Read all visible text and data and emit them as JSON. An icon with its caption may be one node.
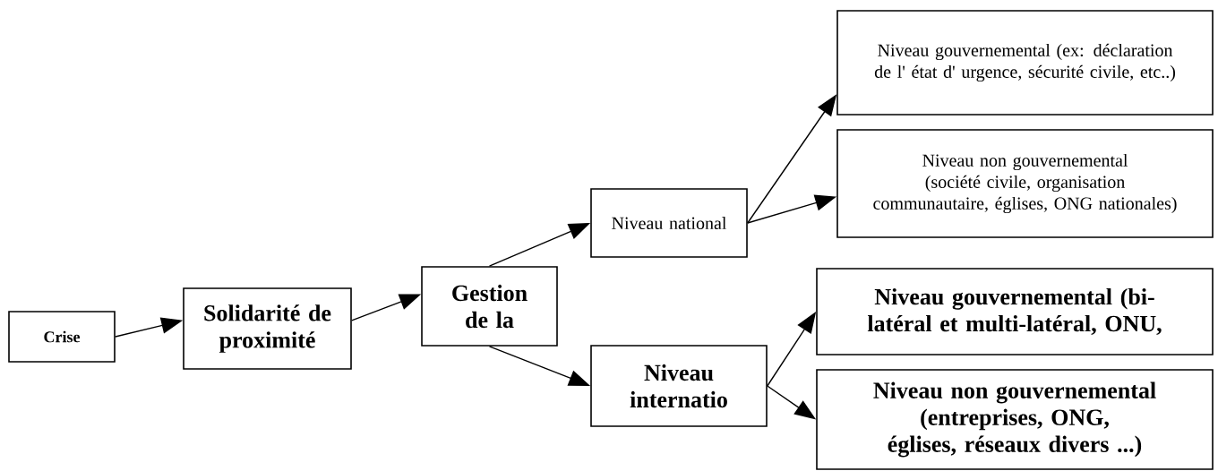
{
  "diagram": {
    "nodes": [
      {
        "text": [
          "Crise"
        ]
      },
      {
        "text": [
          "**Solidarité de** proximité"
        ]
      },
      {
        "text": [
          "Gestion de la"
        ]
      },
      {
        "text": [
          "Niveau national"
        ]
      },
      {
        "text": [
          "Niveau gouvernemental (ex: déclaration de l' état d' urgence, sécurité civile, etc..)"
        ]
      },
      {
        "text": [
          "Niveau non gouvernemental (société civile, organisation communautaire, églises, ONG nationales)"
        ]
      },
      {
        "text": [
          "Niveau internatio"
        ]
      },
      {
        "text": [
          "Niveau gouvernemental (bi-latéral et multi-latéral, ONU,"
        ]
      },
      {
        "text": [
          "Niveau non gouvernemental (entreprises, ONG, églises, réseaux divers ...)"
        ]
      }
    ],
    "edges": [
      {
        "from": 0,
        "to": 1,
        "arrow": "to"
      },
      {
        "from": 1,
        "to": 2,
        "arrow": "to"
      },
      {
        "from": 2,
        "to": 3,
        "arrow": "to"
      },
      {
        "from": 2,
        "to": 6,
        "arrow": "to"
      },
      {
        "from": 3,
        "to": 4,
        "arrow": "to"
      },
      {
        "from": 3,
        "to": 5,
        "arrow": "to"
      },
      {
        "from": 6,
        "to": 7,
        "arrow": "to"
      },
      {
        "from": 6,
        "to": 8,
        "arrow": "to"
      }
    ]
  }
}
